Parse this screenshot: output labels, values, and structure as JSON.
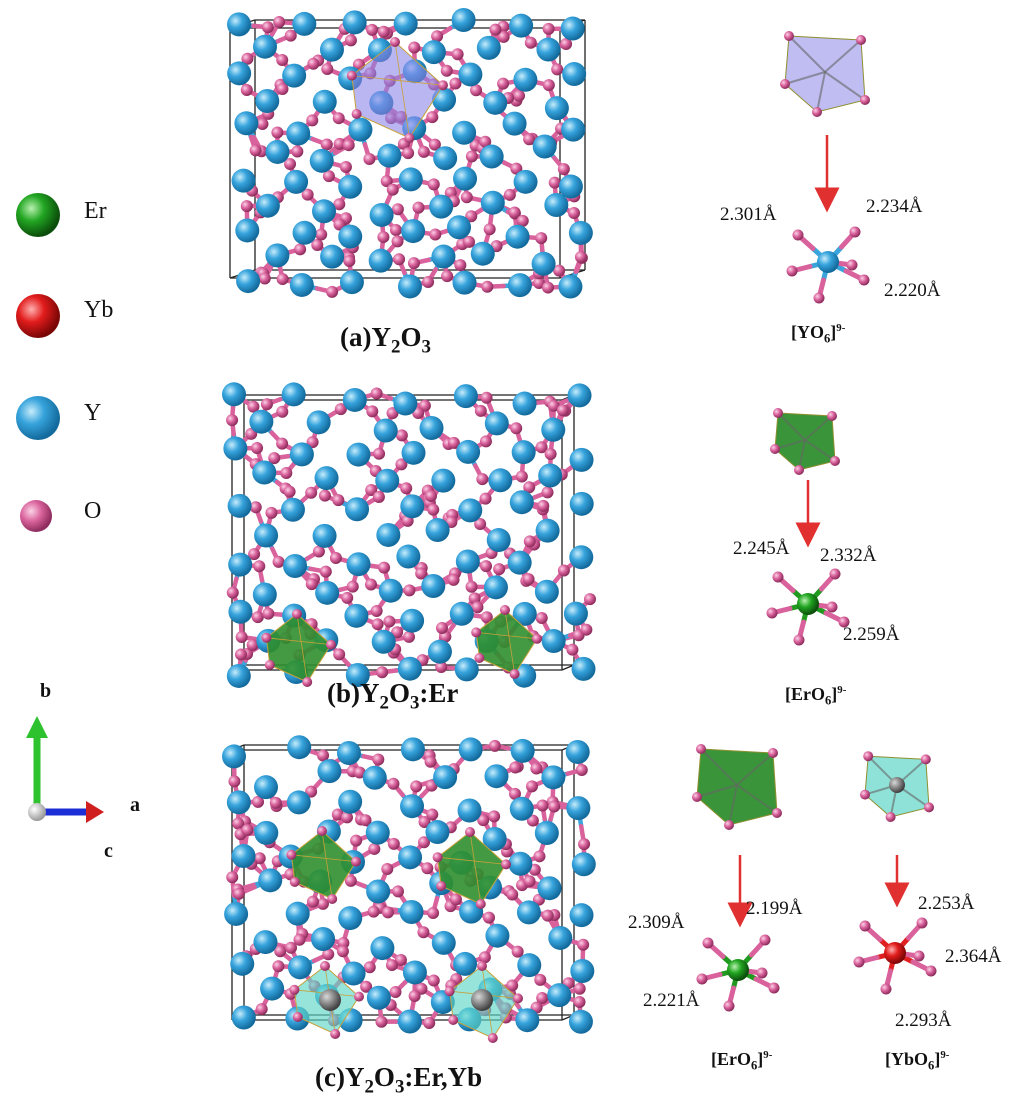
{
  "colors": {
    "er": "#1f9a1f",
    "yb": "#e02020",
    "y": "#3aa5dc",
    "o": "#d9629c",
    "bond_y": "#3aa5dc",
    "bond_o": "#d9629c",
    "poly_y": "#8a86e8",
    "poly_er": "#2f8f2f",
    "poly_yb": "#5fd6c8",
    "arrow": "#e03030",
    "cell": "#222222"
  },
  "legend": [
    {
      "key": "er",
      "label": "Er"
    },
    {
      "key": "yb",
      "label": "Yb"
    },
    {
      "key": "y",
      "label": "Y"
    },
    {
      "key": "o",
      "label": "O"
    }
  ],
  "axes": {
    "b": "b",
    "a": "a",
    "c": "c"
  },
  "panels": {
    "a": {
      "caption_prefix": "(a)Y",
      "sub1": "2",
      "mid": "O",
      "sub2": "3",
      "suffix": "",
      "ion": {
        "base": "[YO",
        "sub": "6",
        "close": "]",
        "sup": "9-"
      },
      "bonds": [
        "2.301Å",
        "2.234Å",
        "2.220Å"
      ]
    },
    "b": {
      "caption_prefix": "(b)Y",
      "sub1": "2",
      "mid": "O",
      "sub2": "3",
      "suffix": ":Er",
      "ion": {
        "base": "[ErO",
        "sub": "6",
        "close": "]",
        "sup": "9-"
      },
      "bonds": [
        "2.245Å",
        "2.332Å",
        "2.259Å"
      ]
    },
    "c": {
      "caption_prefix": "(c)Y",
      "sub1": "2",
      "mid": "O",
      "sub2": "3",
      "suffix": ":Er,Yb",
      "ion_er": {
        "base": "[ErO",
        "sub": "6",
        "close": "]",
        "sup": "9-"
      },
      "ion_yb": {
        "base": "[YbO",
        "sub": "6",
        "close": "]",
        "sup": "9-"
      },
      "bonds_er": [
        "2.309Å",
        "2.199Å",
        "2.221Å"
      ],
      "bonds_yb": [
        "2.253Å",
        "2.364Å",
        "2.293Å"
      ]
    }
  }
}
